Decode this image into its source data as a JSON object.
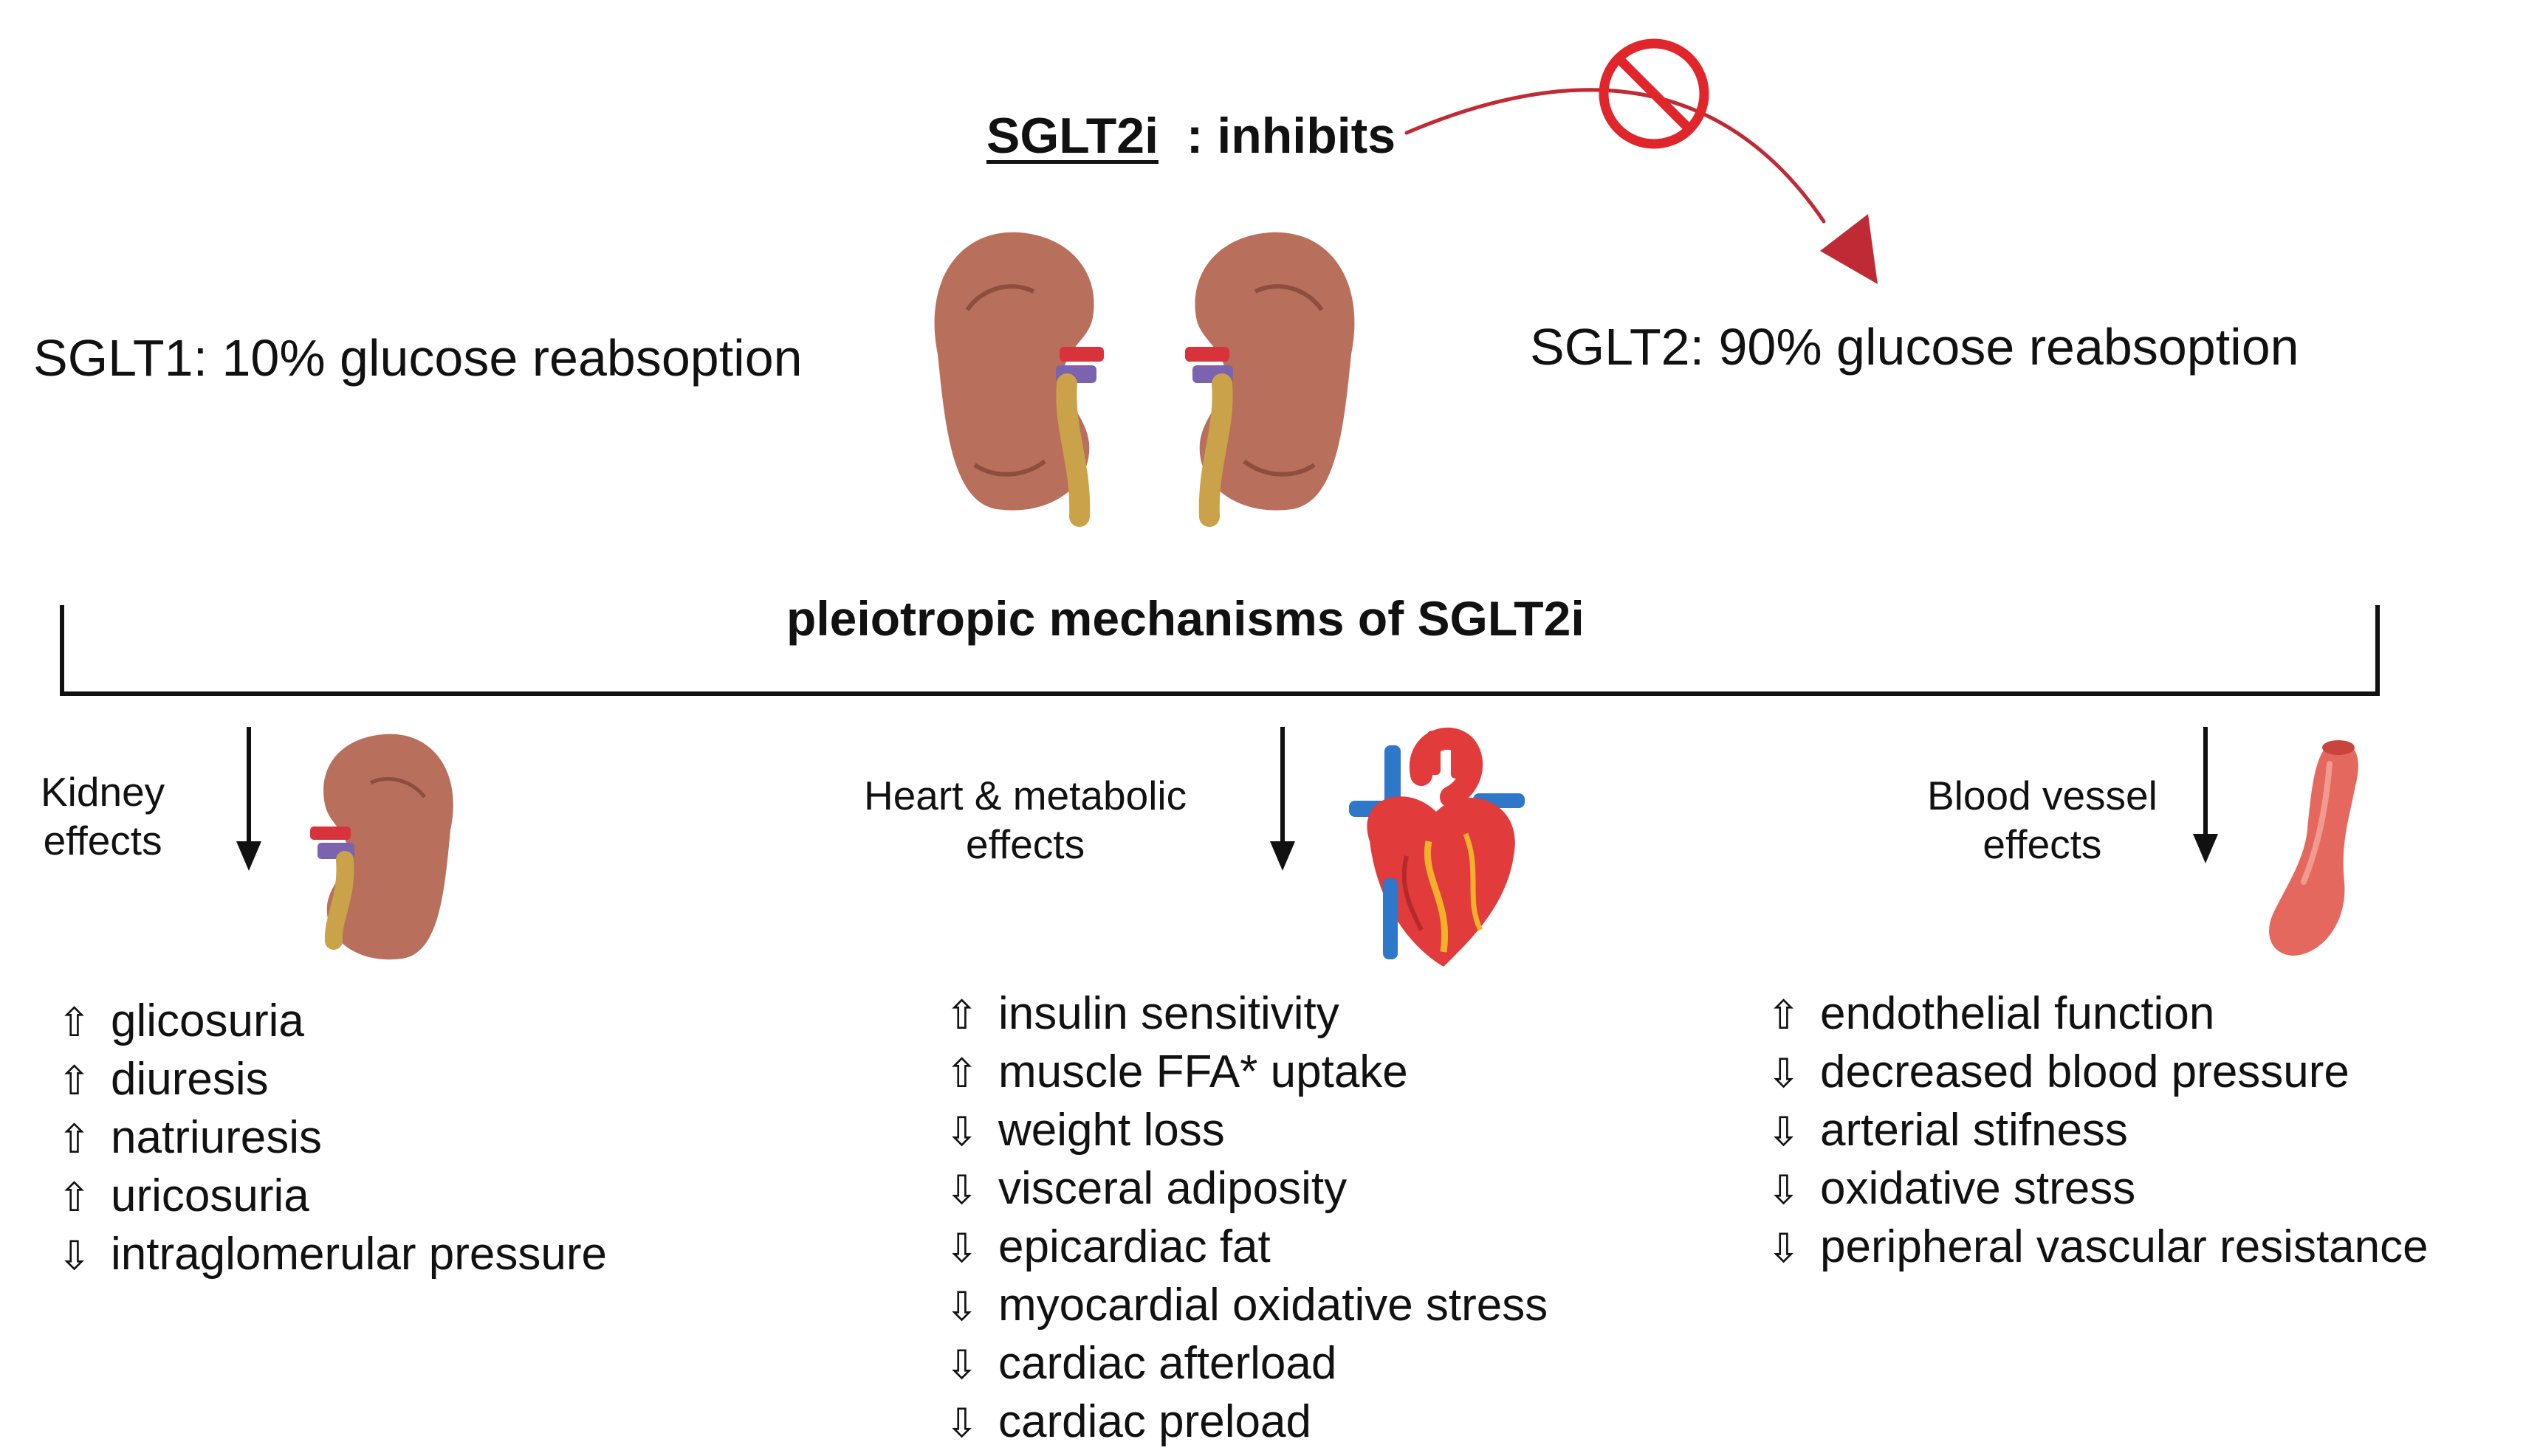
{
  "header": {
    "drug": "SGLT2i",
    "action": ": inhibits"
  },
  "sglt1": {
    "label": "SGLT1: 10% glucose reabsoption"
  },
  "sglt2": {
    "label": "SGLT2: 90% glucose reabsoption"
  },
  "mechanisms": {
    "title": "pleiotropic mechanisms of SGLT2i"
  },
  "groups": {
    "kidney": {
      "line1": "Kidney",
      "line2": "effects",
      "items": [
        {
          "dir": "⇧",
          "text": "glicosuria"
        },
        {
          "dir": "⇧",
          "text": "diuresis"
        },
        {
          "dir": "⇧",
          "text": "natriuresis"
        },
        {
          "dir": "⇧",
          "text": "uricosuria"
        },
        {
          "dir": "⇩",
          "text": "intraglomerular pressure"
        }
      ]
    },
    "heart": {
      "line1": "Heart & metabolic",
      "line2": "effects",
      "items": [
        {
          "dir": "⇧",
          "text": "insulin sensitivity"
        },
        {
          "dir": "⇧",
          "text": "muscle FFA* uptake"
        },
        {
          "dir": "⇩",
          "text": "weight loss"
        },
        {
          "dir": "⇩",
          "text": "visceral adiposity"
        },
        {
          "dir": "⇩",
          "text": "epicardiac fat"
        },
        {
          "dir": "⇩",
          "text": "myocardial oxidative stress"
        },
        {
          "dir": "⇩",
          "text": "cardiac afterload"
        },
        {
          "dir": "⇩",
          "text": "cardiac preload"
        }
      ]
    },
    "vessel": {
      "line1": "Blood vessel",
      "line2": "effects",
      "items": [
        {
          "dir": "⇧",
          "text": "endothelial function"
        },
        {
          "dir": "⇩",
          "text": "decreased blood pressure"
        },
        {
          "dir": "⇩",
          "text": "arterial stifness"
        },
        {
          "dir": "⇩",
          "text": "oxidative stress"
        },
        {
          "dir": "⇩",
          "text": "peripheral vascular resistance"
        }
      ]
    }
  },
  "colors": {
    "kidney": "#b86f5c",
    "kidney_dark": "#8e4e3e",
    "artery": "#d8323a",
    "vein": "#7b63b0",
    "ureter": "#c9a24a",
    "inhibit_red": "#e0252b",
    "arrow_red": "#c02a34",
    "heart_red": "#e23b3b",
    "heart_blue": "#2f77c9",
    "vessel": "#e5685f"
  },
  "icons": {
    "inhibit": "prohibition-icon",
    "kidney": "kidney-icon",
    "heart": "heart-icon",
    "vessel": "blood-vessel-icon"
  }
}
